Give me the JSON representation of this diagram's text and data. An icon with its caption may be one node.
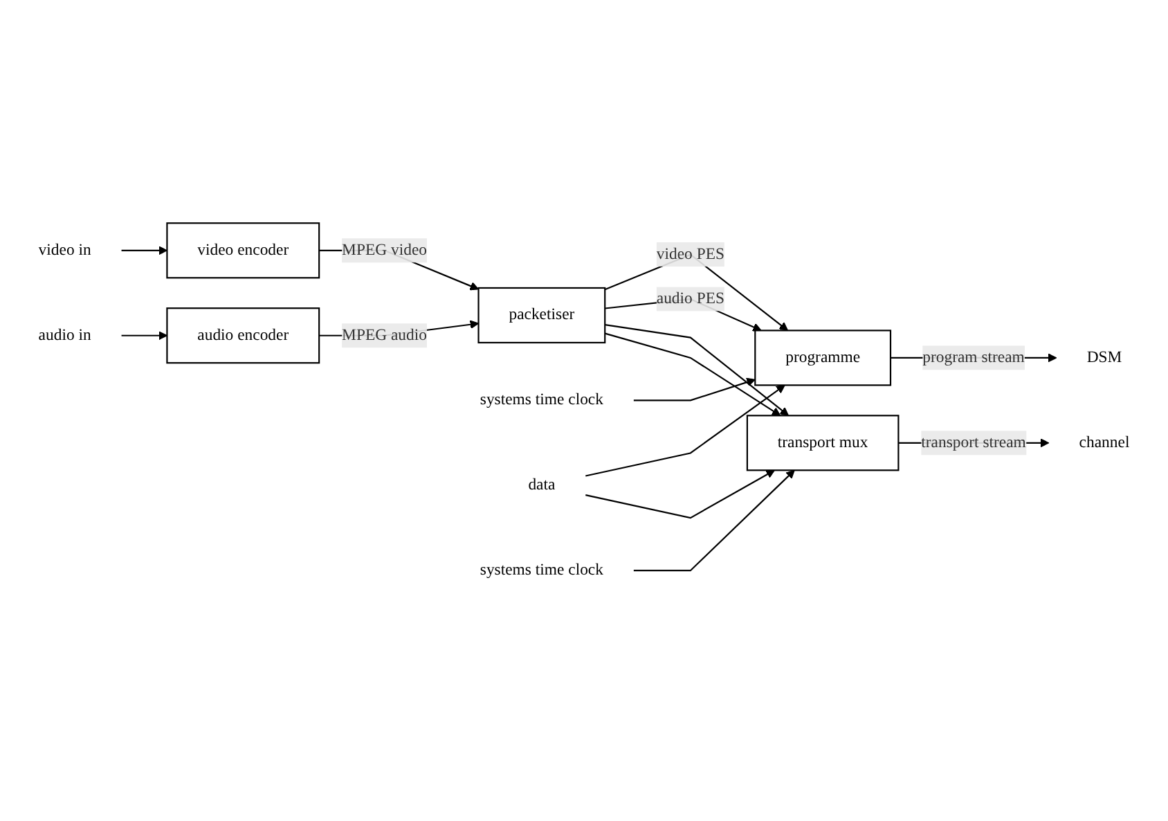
{
  "diagram": {
    "nodes": [
      {
        "text": [
          "video in"
        ]
      },
      {
        "text": [
          "video encoder"
        ]
      },
      {
        "text": [
          "audio in"
        ]
      },
      {
        "text": [
          "audio encoder"
        ]
      },
      {
        "text": [
          "packetiser"
        ]
      },
      {
        "text": [
          "systems time clock"
        ]
      },
      {
        "text": [
          "programme"
        ]
      },
      {
        "text": [
          "DSM"
        ]
      },
      {
        "text": [
          "data"
        ]
      },
      {
        "text": [
          "transport mux"
        ]
      },
      {
        "text": [
          "channel"
        ]
      },
      {
        "text": [
          "systems time clock"
        ]
      }
    ],
    "edges": [
      {
        "from": 0,
        "to": 1,
        "arrow": "to"
      },
      {
        "from": 2,
        "to": 3,
        "arrow": "to"
      },
      {
        "from": 1,
        "to": 4,
        "label": "MPEG video",
        "arrow": "to"
      },
      {
        "from": 3,
        "to": 4,
        "label": "MPEG audio",
        "arrow": "to"
      },
      {
        "from": 4,
        "to": 6,
        "label": "video PES",
        "arrow": "to"
      },
      {
        "from": 4,
        "to": 6,
        "label": "audio PES",
        "arrow": "to"
      },
      {
        "from": 4,
        "to": 9,
        "arrow": "to"
      },
      {
        "from": 4,
        "to": 9,
        "arrow": "to"
      },
      {
        "from": 8,
        "to": 6,
        "arrow": "to"
      },
      {
        "from": 8,
        "to": 9,
        "arrow": "to"
      },
      {
        "from": 5,
        "to": 6,
        "arrow": "to"
      },
      {
        "from": 11,
        "to": 9,
        "arrow": "to"
      },
      {
        "from": 6,
        "to": 7,
        "label": "program stream",
        "arrow": "to"
      },
      {
        "from": 9,
        "to": 10,
        "label": "transport stream",
        "arrow": "to"
      }
    ]
  }
}
